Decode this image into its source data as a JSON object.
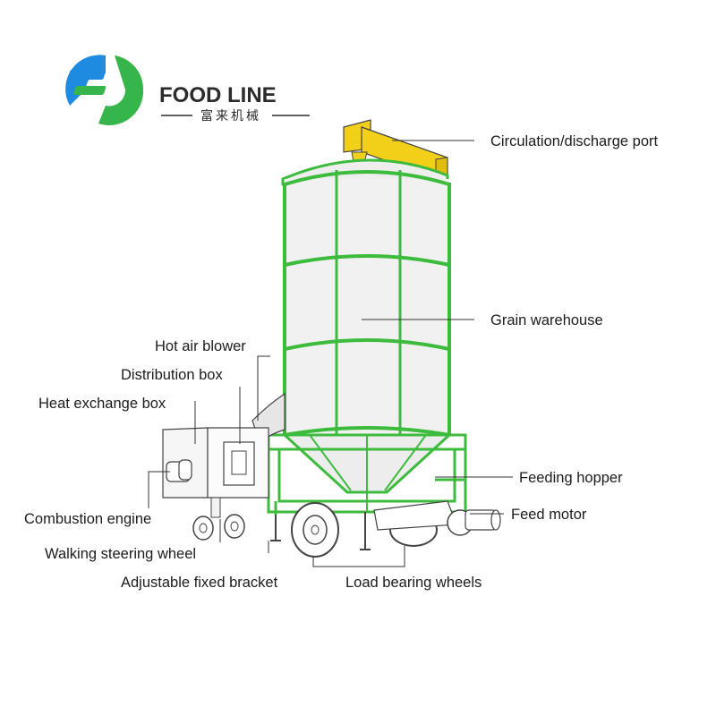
{
  "brand": {
    "name": "FOOD LINE",
    "subtitle": "富来机械",
    "logo_icon": "food-line-logo-icon",
    "logo_colors": [
      "#1e8be0",
      "#36b54a"
    ]
  },
  "colors": {
    "frame_green": "#3dbb3d",
    "silo_fill": "#f1f1f1",
    "spout_yellow": "#f2d01a",
    "outline": "#444444"
  },
  "labels": {
    "circulation_port": "Circulation/discharge port",
    "grain_warehouse": "Grain warehouse",
    "hot_air_blower": "Hot air blower",
    "distribution_box": "Distribution box",
    "heat_exchange_box": "Heat exchange box",
    "feeding_hopper": "Feeding hopper",
    "combustion_engine": "Combustion engine",
    "feed_motor": "Feed motor",
    "walking_steering_wheel": "Walking steering wheel",
    "adjustable_fixed_bracket": "Adjustable fixed bracket",
    "load_bearing_wheels": "Load bearing wheels"
  }
}
